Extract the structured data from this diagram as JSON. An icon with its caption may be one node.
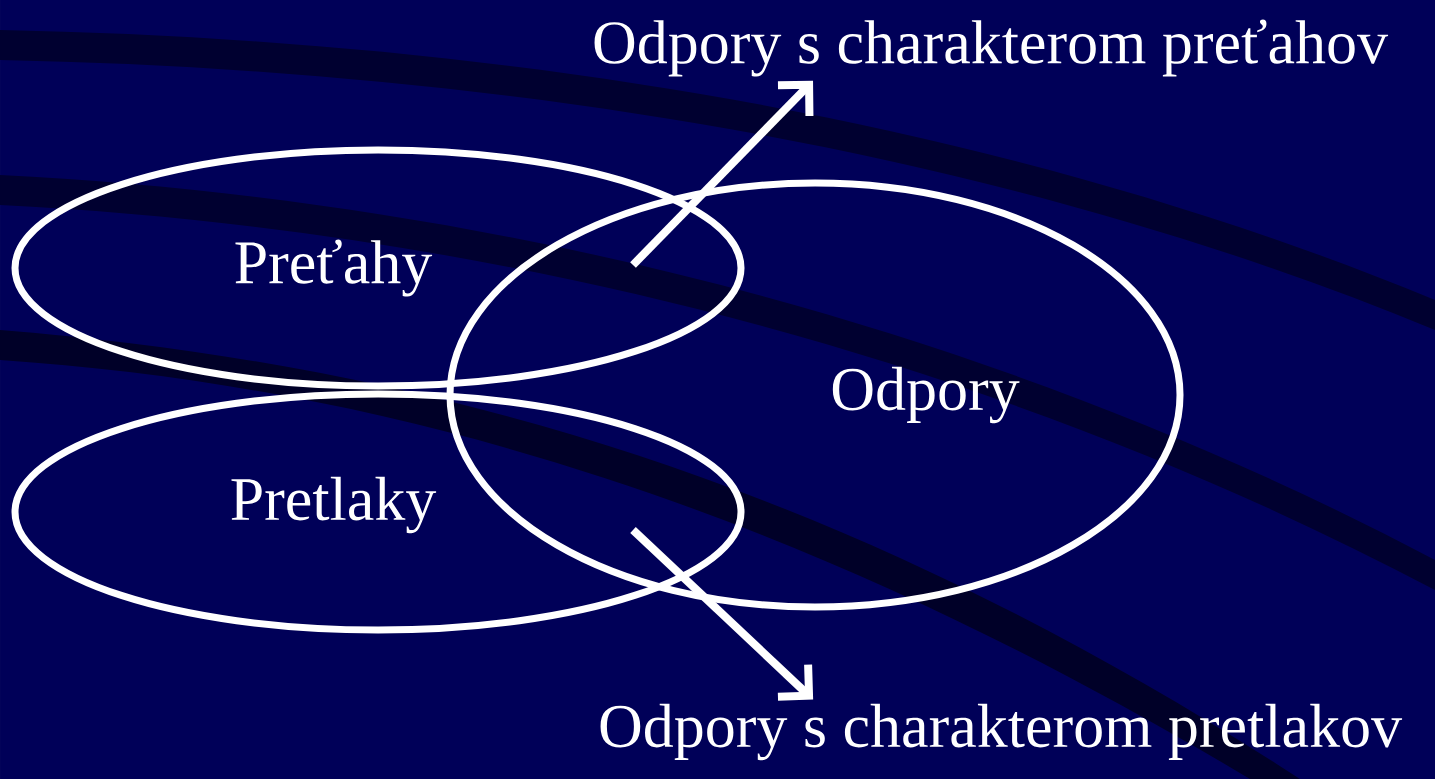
{
  "diagram": {
    "nodes": [
      {
        "text": [
          "Preťahy"
        ]
      },
      {
        "text": [
          "Pretlaky"
        ]
      },
      {
        "text": [
          "Odpory"
        ]
      },
      {
        "text": [
          "Odpory s charakterom preťahov"
        ]
      },
      {
        "text": [
          "Odpory s charakterom pretlakov"
        ]
      }
    ],
    "edges": [
      {
        "from": 0,
        "to": 3,
        "arrow": "to"
      },
      {
        "from": 2,
        "to": 3,
        "arrow": "to"
      },
      {
        "from": 1,
        "to": 4,
        "arrow": "to"
      },
      {
        "from": 2,
        "to": 4,
        "arrow": "to"
      }
    ]
  }
}
